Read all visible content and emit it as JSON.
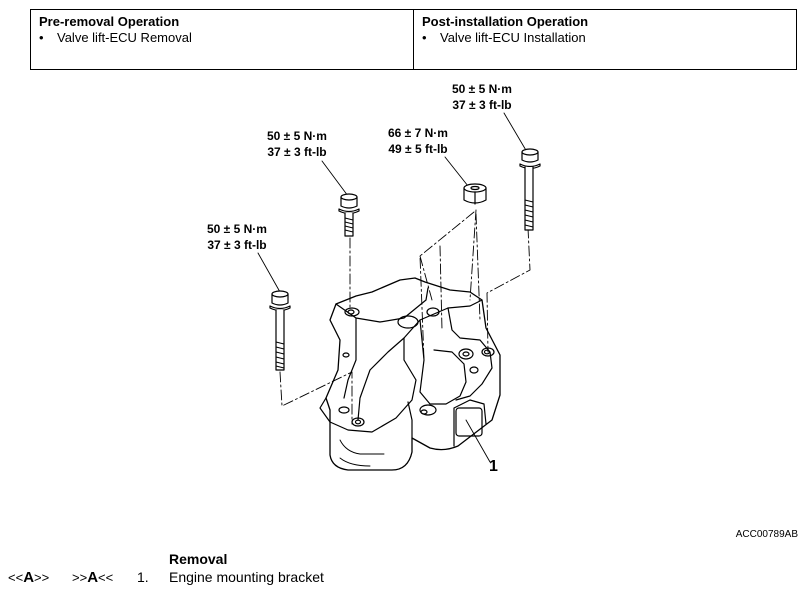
{
  "table": {
    "pre": {
      "title": "Pre-removal Operation",
      "item": "Valve lift-ECU Removal"
    },
    "post": {
      "title": "Post-installation Operation",
      "item": "Valve lift-ECU Installation"
    },
    "bullet": "•"
  },
  "torques": {
    "right_top": {
      "nm": "50 ± 5 N·m",
      "ftlb": "37 ± 3 ft-lb"
    },
    "center_left": {
      "nm": "50 ± 5 N·m",
      "ftlb": "37 ± 3 ft-lb"
    },
    "center": {
      "nm": "66 ± 7 N·m",
      "ftlb": "49 ± 5 ft-lb"
    },
    "left": {
      "nm": "50 ± 5 N·m",
      "ftlb": "37 ± 3 ft-lb"
    }
  },
  "part_callout": "1",
  "figure_code": "ACC00789AB",
  "procedure": {
    "heading": "Removal",
    "steps": [
      {
        "mark_a": "<<",
        "mark_a_letter": "A",
        "mark_a_end": ">>",
        "mark_b": ">>",
        "mark_b_letter": "A",
        "mark_b_end": "<<",
        "number": "1.",
        "label": "Engine mounting bracket"
      }
    ]
  }
}
